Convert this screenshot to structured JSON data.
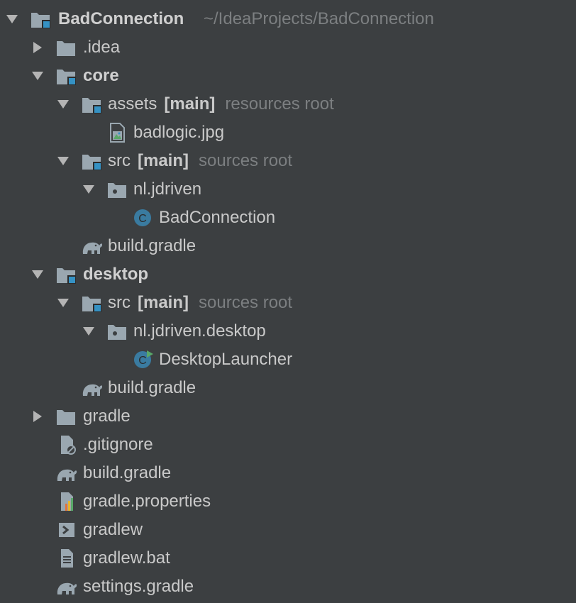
{
  "tree": {
    "root": {
      "name": "BadConnection",
      "path": "~/IdeaProjects/BadConnection"
    },
    "idea": {
      "name": ".idea"
    },
    "core": {
      "name": "core",
      "assets": {
        "name": "assets",
        "tag": "[main]",
        "hint": "resources root"
      },
      "badlogic": {
        "name": "badlogic.jpg"
      },
      "src": {
        "name": "src",
        "tag": "[main]",
        "hint": "sources root"
      },
      "pkg": {
        "name": "nl.jdriven"
      },
      "cls": {
        "name": "BadConnection"
      },
      "build": {
        "name": "build.gradle"
      }
    },
    "desktop": {
      "name": "desktop",
      "src": {
        "name": "src",
        "tag": "[main]",
        "hint": "sources root"
      },
      "pkg": {
        "name": "nl.jdriven.desktop"
      },
      "cls": {
        "name": "DesktopLauncher"
      },
      "build": {
        "name": "build.gradle"
      }
    },
    "gradle_dir": {
      "name": "gradle"
    },
    "gitignore": {
      "name": ".gitignore"
    },
    "build_gradle": {
      "name": "build.gradle"
    },
    "gradle_properties": {
      "name": "gradle.properties"
    },
    "gradlew": {
      "name": "gradlew"
    },
    "gradlew_bat": {
      "name": "gradlew.bat"
    },
    "settings_gradle": {
      "name": "settings.gradle"
    }
  },
  "icons": {
    "folder": "folder-icon",
    "module": "module-folder-icon",
    "package": "package-icon",
    "class": "java-class-icon",
    "runnable": "runnable-class-icon",
    "gradle": "gradle-elephant-icon",
    "image": "image-file-icon",
    "text": "text-file-icon",
    "ignore": "ignore-file-icon",
    "properties": "properties-file-icon",
    "shell": "shell-script-icon"
  },
  "colors": {
    "background": "#3c3f41",
    "text": "#bbbbbb",
    "hint": "#7c7f81",
    "module_accent": "#3592c4",
    "class_accent": "#3a7ba0",
    "run_accent": "#59a869"
  }
}
